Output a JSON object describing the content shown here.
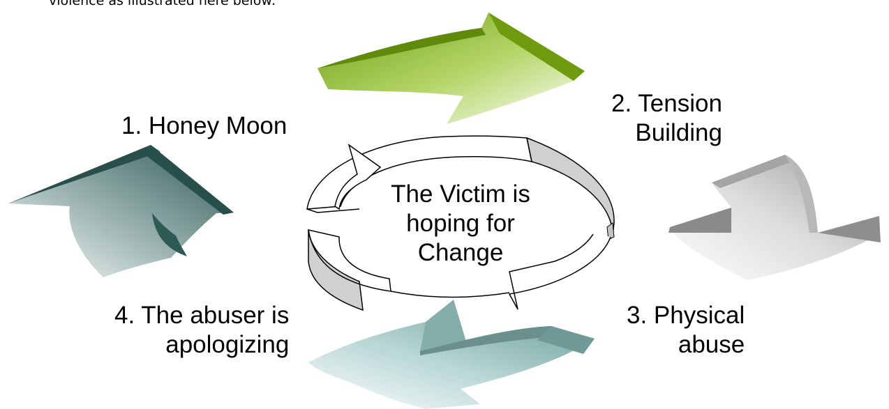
{
  "intro_text": "violence as illustrated here below:",
  "center": {
    "lines": [
      "The Victim is",
      "hoping for",
      "Change"
    ]
  },
  "stages": [
    {
      "lines": [
        "1.  Honey Moon"
      ]
    },
    {
      "lines": [
        "2.  Tension",
        "Building"
      ]
    },
    {
      "lines": [
        "3.  Physical",
        "abuse"
      ]
    },
    {
      "lines": [
        "4.  The abuser is",
        "apologizing"
      ]
    }
  ],
  "colors": {
    "green_arrow": "#6e9a10",
    "dark_teal_arrow": "#2e5a55",
    "gray_arrow": "#8c8c8c",
    "light_teal_arrow": "#7aa6a4",
    "cycle_band": "#d0d0d0"
  },
  "icons": [
    "curved-arrow-icon",
    "cycle-arrows-icon"
  ]
}
